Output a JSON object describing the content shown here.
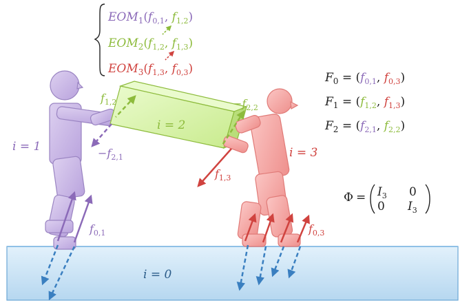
{
  "colors": {
    "purple": "#8b6ab8",
    "purple_fill": "#c9b7e3",
    "purple_stroke": "#9a84c2",
    "green": "#8dbb3c",
    "green_fill": "#d5f0a6",
    "red": "#d0433f",
    "red_fill": "#f4a8a6",
    "blue": "#3a7fc0",
    "ground_fill": "#cfe6f7",
    "text_dark": "#222222"
  },
  "eom": {
    "eq1": {
      "name": "EOM",
      "sub": "1",
      "args": [
        "f",
        "0,1",
        "f",
        "1,2"
      ]
    },
    "eq2": {
      "name": "EOM",
      "sub": "2",
      "args": [
        "f",
        "1,2",
        "f",
        "1,3"
      ]
    },
    "eq3": {
      "name": "EOM",
      "sub": "3",
      "args": [
        "f",
        "1,3",
        "f",
        "0,3"
      ]
    }
  },
  "frames": [
    {
      "F": "F",
      "sub": "0",
      "a": "0,1",
      "b": "0,3"
    },
    {
      "F": "F",
      "sub": "1",
      "a": "1,2",
      "b": "1,3"
    },
    {
      "F": "F",
      "sub": "2",
      "a": "2,1",
      "b": "2,2"
    }
  ],
  "labels": {
    "i1": "i = 1",
    "i2": "i = 2",
    "i3": "i = 3",
    "i0": "i = 0",
    "f12": "f",
    "f12_sub": "1,2",
    "mf21": "−f",
    "mf21_sub": "2,1",
    "mf22": "−f",
    "mf22_sub": "2,2",
    "f13": "f",
    "f13_sub": "1,3",
    "f01": "f",
    "f01_sub": "0,1",
    "f03": "f",
    "f03_sub": "0,3"
  },
  "phi": {
    "symbol": "Φ",
    "equals": "=",
    "m11": "I",
    "m11_sub": "3",
    "m12": "0",
    "m21": "0",
    "m22": "I",
    "m22_sub": "3"
  }
}
